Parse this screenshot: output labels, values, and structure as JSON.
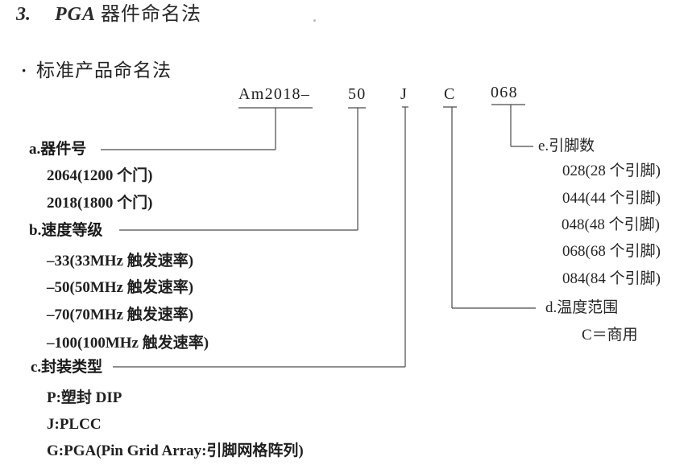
{
  "section": {
    "number": "3.",
    "latin": "PGA",
    "title": "器件命名法"
  },
  "subsection": {
    "bullet": "·",
    "title": "标准产品命名法"
  },
  "part_number": {
    "segments": [
      "Am2018–",
      "50",
      "J",
      "C",
      "068"
    ]
  },
  "fields": {
    "a": {
      "label": "a.器件号",
      "items": [
        "2064(1200 个门)",
        "2018(1800 个门)"
      ]
    },
    "b": {
      "label": "b.速度等级",
      "items": [
        "–33(33MHz 触发速率)",
        "–50(50MHz 触发速率)",
        "–70(70MHz 触发速率)",
        "–100(100MHz 触发速率)"
      ]
    },
    "c": {
      "label": "c.封装类型",
      "items": [
        "P:塑封 DIP",
        "J:PLCC",
        "G:PGA(Pin Grid Array:引脚网格阵列)"
      ]
    },
    "d": {
      "label": "d.温度范围",
      "items": [
        "C＝商用"
      ]
    },
    "e": {
      "label": "e.引脚数",
      "items": [
        "028(28 个引脚)",
        "044(44 个引脚)",
        "048(48 个引脚)",
        "068(68 个引脚)",
        "084(84 个引脚)"
      ]
    }
  }
}
